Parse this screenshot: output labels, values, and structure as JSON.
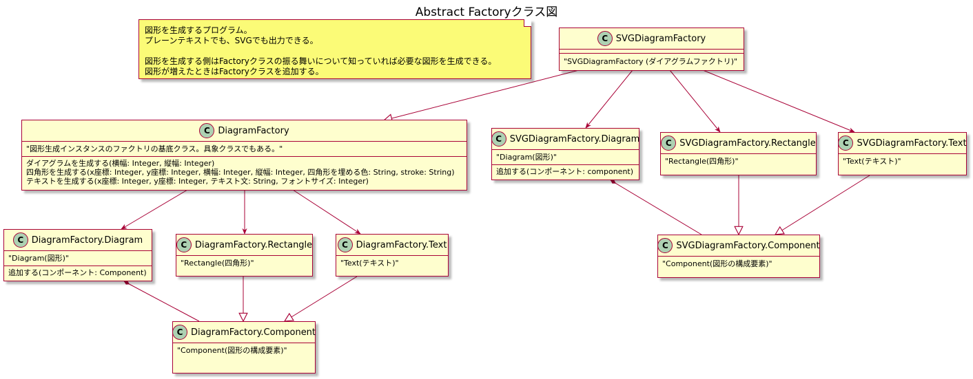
{
  "title": "Abstract Factoryクラス図",
  "note": {
    "lines": [
      "図形を生成するプログラム。",
      "プレーンテキストでも、SVGでも出力できる。",
      "",
      "図形を生成する側はFactoryクラスの振る舞いについて知っていれば必要な図形を生成できる。",
      "図形が増えたときはFactoryクラスを追加する。"
    ]
  },
  "classes": {
    "svg_factory": {
      "badge": "C",
      "name": "SVGDiagramFactory",
      "attr": "\"SVGDiagramFactory (ダイアグラムファクトリ)\""
    },
    "diagram_factory": {
      "badge": "C",
      "name": "DiagramFactory",
      "attr": "\"図形生成インスタンスのファクトリの基底クラス。具象クラスでもある。\"",
      "ops": [
        "ダイアグラムを生成する(横幅: Integer, 縦幅: Integer)",
        "四角形を生成する(x座標: Integer, y座標: Integer, 横幅: Integer, 縦幅: Integer, 四角形を埋める色: String, stroke: String)",
        "テキストを生成する(x座標: Integer, y座標: Integer, テキスト文: String, フォントサイズ: Integer)"
      ]
    },
    "svg_diagram": {
      "badge": "C",
      "name": "SVGDiagramFactory.Diagram",
      "attr": "\"Diagram(図形)\"",
      "ops": [
        "追加する(コンポーネント: component)"
      ]
    },
    "svg_rectangle": {
      "badge": "C",
      "name": "SVGDiagramFactory.Rectangle",
      "attr": "\"Rectangle(四角形)\""
    },
    "svg_text": {
      "badge": "C",
      "name": "SVGDiagramFactory.Text",
      "attr": "\"Text(テキスト)\""
    },
    "svg_component": {
      "badge": "C",
      "name": "SVGDiagramFactory.Component",
      "attr": "\"Component(図形の構成要素)\""
    },
    "df_diagram": {
      "badge": "C",
      "name": "DiagramFactory.Diagram",
      "attr": "\"Diagram(図形)\"",
      "ops": [
        "追加する(コンポーネント: Component)"
      ]
    },
    "df_rectangle": {
      "badge": "C",
      "name": "DiagramFactory.Rectangle",
      "attr": "\"Rectangle(四角形)\""
    },
    "df_text": {
      "badge": "C",
      "name": "DiagramFactory.Text",
      "attr": "\"Text(テキスト)\""
    },
    "df_component": {
      "badge": "C",
      "name": "DiagramFactory.Component",
      "attr": "\"Component(図形の構成要素)\""
    }
  },
  "colors": {
    "border": "#A80036",
    "class_fill": "#FEFECE",
    "note_fill": "#FBFB77",
    "badge_fill": "#ADD1B2"
  }
}
